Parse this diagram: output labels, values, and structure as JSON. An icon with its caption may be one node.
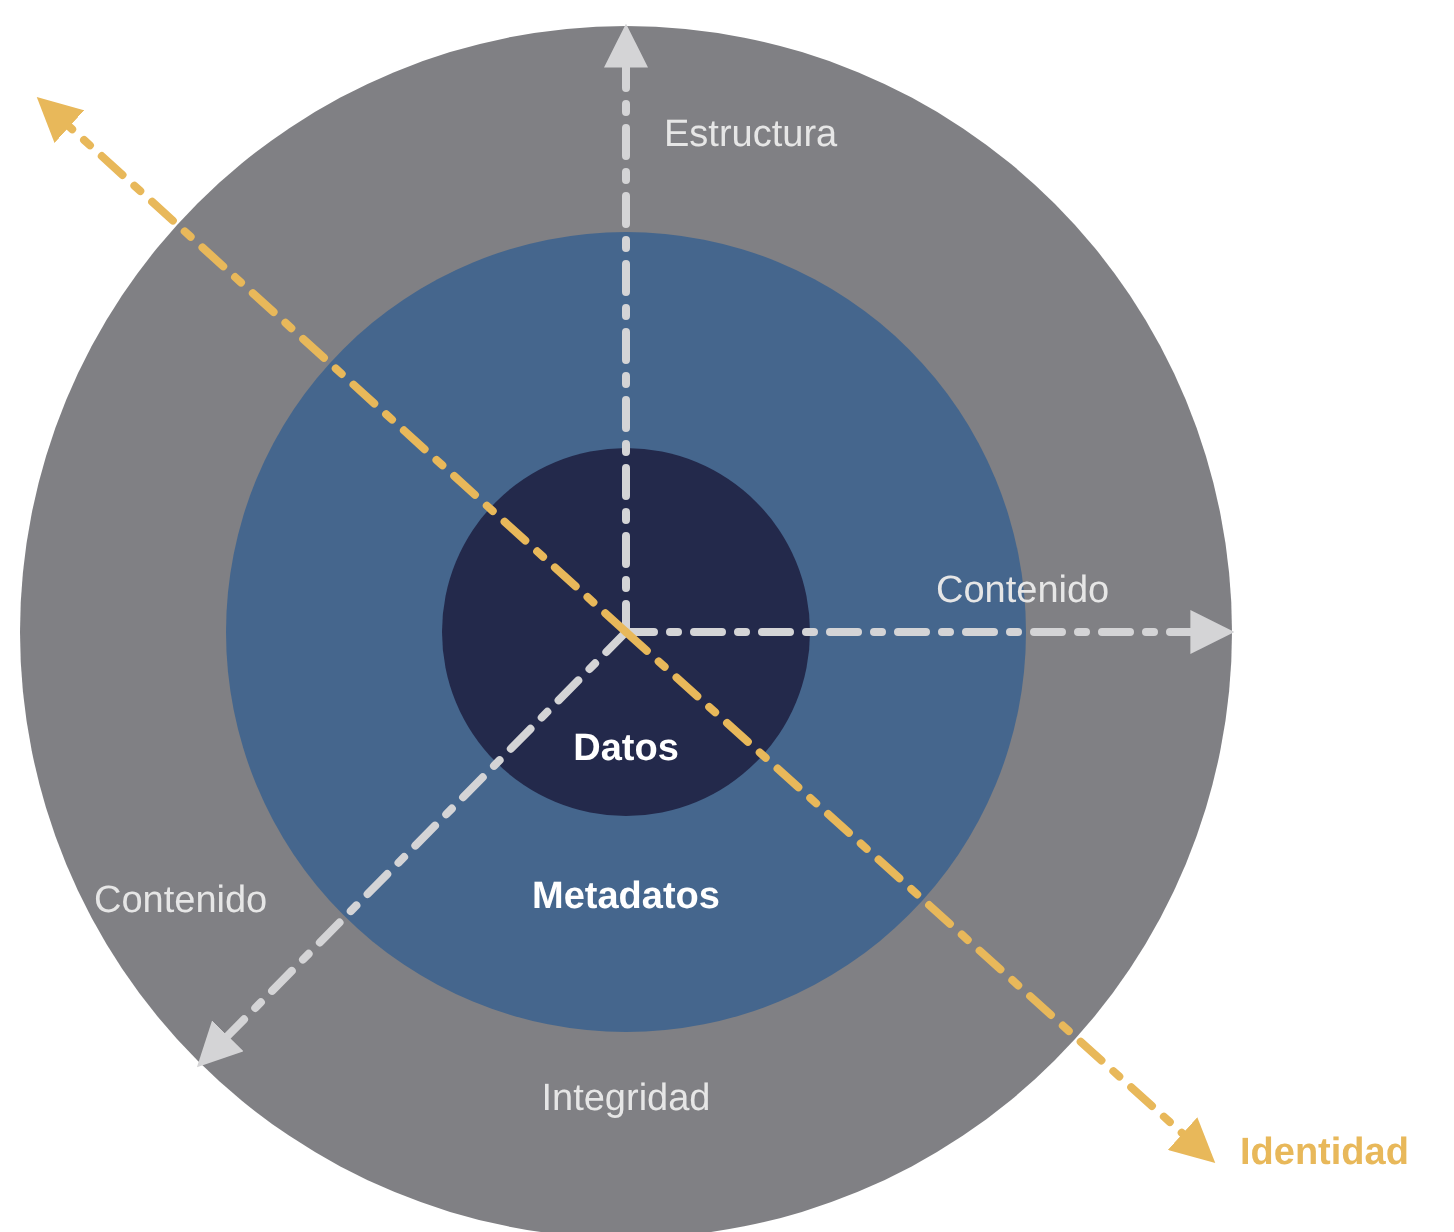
{
  "diagram": {
    "nodes": [
      {
        "text": [
          "Integridad"
        ]
      },
      {
        "text": [
          "Metadatos"
        ],
        "in": 0
      },
      {
        "text": [
          "Datos"
        ],
        "in": 1
      },
      {
        "text": [
          "Identidad"
        ]
      }
    ],
    "edges": [
      {
        "from": 2,
        "to": null,
        "arrow": "to",
        "style": "dashed"
      },
      {
        "from": 2,
        "to": null,
        "arrow": "to",
        "style": "dashed"
      },
      {
        "from": 2,
        "to": null,
        "arrow": "to",
        "style": "dashed"
      },
      {
        "from": 2,
        "to": null,
        "arrow": "to",
        "style": "dashed",
        "color": "#e8b85a"
      },
      {
        "from": 2,
        "to": 3,
        "arrow": "to",
        "style": "dashed",
        "color": "#e8b85a"
      }
    ],
    "labels": [
      "Estructura",
      "Contenido",
      "Contenido"
    ]
  }
}
